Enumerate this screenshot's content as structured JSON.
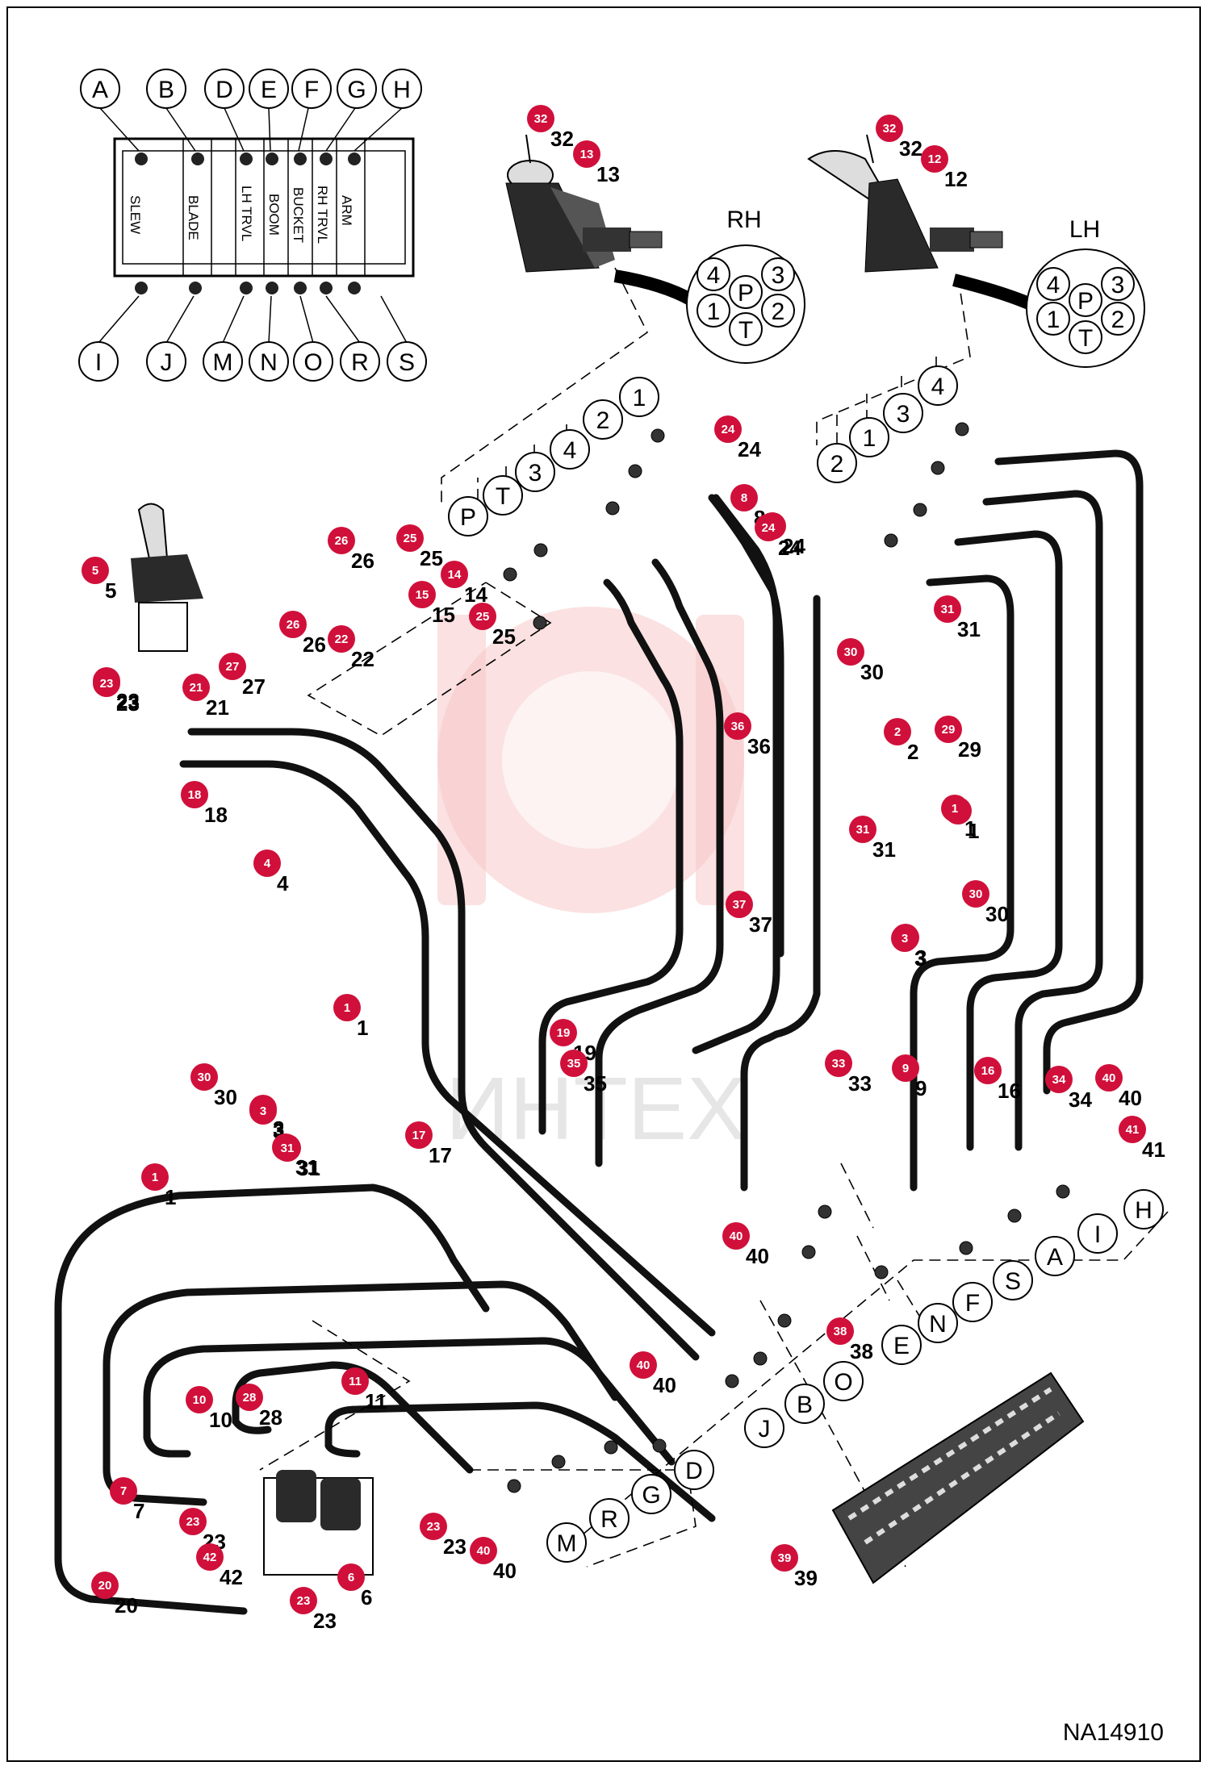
{
  "diagram_code": "NA14910",
  "watermark_text": "ИНТЕХ",
  "valve": {
    "top_ports": [
      "A",
      "B",
      "D",
      "E",
      "F",
      "G",
      "H"
    ],
    "bottom_ports": [
      "I",
      "J",
      "M",
      "N",
      "O",
      "R",
      "S"
    ],
    "sections": [
      "SLEW",
      "BLADE",
      "LH TRVL",
      "BOOM",
      "BUCKET",
      "RH TRVL",
      "ARM"
    ]
  },
  "rh_joystick": {
    "title": "RH",
    "pins": {
      "p4": "4",
      "p3": "3",
      "p1": "1",
      "pP": "P",
      "p2": "2",
      "pT": "T"
    },
    "port_chain": [
      "P",
      "T",
      "3",
      "4",
      "2",
      "1"
    ]
  },
  "lh_joystick": {
    "title": "LH",
    "pins": {
      "p4": "4",
      "p3": "3",
      "p1": "1",
      "pP": "P",
      "p2": "2",
      "pT": "T"
    },
    "port_chain": [
      "2",
      "1",
      "3",
      "4"
    ]
  },
  "lower_letters_right": [
    "E",
    "N",
    "F",
    "S",
    "A",
    "I",
    "H"
  ],
  "lower_letters_mid": [
    "O",
    "B",
    "J"
  ],
  "lower_letters_left": [
    "M",
    "R",
    "G",
    "D"
  ],
  "callouts": [
    {
      "id": "c1",
      "n": "1"
    },
    {
      "id": "c2",
      "n": "1"
    },
    {
      "id": "c3",
      "n": "1"
    },
    {
      "id": "c4",
      "n": "2"
    },
    {
      "id": "c5",
      "n": "3"
    },
    {
      "id": "c6",
      "n": "3"
    },
    {
      "id": "c7",
      "n": "4"
    },
    {
      "id": "c8",
      "n": "5"
    },
    {
      "id": "c9",
      "n": "6"
    },
    {
      "id": "c10",
      "n": "7"
    },
    {
      "id": "c11",
      "n": "8"
    },
    {
      "id": "c12",
      "n": "9"
    },
    {
      "id": "c13",
      "n": "10"
    },
    {
      "id": "c14",
      "n": "11"
    },
    {
      "id": "c15",
      "n": "12"
    },
    {
      "id": "c16",
      "n": "13"
    },
    {
      "id": "c17",
      "n": "14"
    },
    {
      "id": "c18",
      "n": "15"
    },
    {
      "id": "c19",
      "n": "16"
    },
    {
      "id": "c20",
      "n": "17"
    },
    {
      "id": "c21",
      "n": "18"
    },
    {
      "id": "c22",
      "n": "19"
    },
    {
      "id": "c23",
      "n": "20"
    },
    {
      "id": "c24",
      "n": "21"
    },
    {
      "id": "c25",
      "n": "22"
    },
    {
      "id": "c26",
      "n": "23"
    },
    {
      "id": "c27",
      "n": "23"
    },
    {
      "id": "c28",
      "n": "23"
    },
    {
      "id": "c29",
      "n": "23"
    },
    {
      "id": "c30",
      "n": "24"
    },
    {
      "id": "c31",
      "n": "24"
    },
    {
      "id": "c32",
      "n": "25"
    },
    {
      "id": "c33",
      "n": "25"
    },
    {
      "id": "c34",
      "n": "26"
    },
    {
      "id": "c35",
      "n": "26"
    },
    {
      "id": "c36",
      "n": "27"
    },
    {
      "id": "c37",
      "n": "28"
    },
    {
      "id": "c38",
      "n": "29"
    },
    {
      "id": "c39",
      "n": "30"
    },
    {
      "id": "c40",
      "n": "30"
    },
    {
      "id": "c41",
      "n": "31"
    },
    {
      "id": "c42",
      "n": "31"
    },
    {
      "id": "c43",
      "n": "31"
    },
    {
      "id": "c44",
      "n": "32"
    },
    {
      "id": "c45",
      "n": "32"
    },
    {
      "id": "c46",
      "n": "33"
    },
    {
      "id": "c47",
      "n": "34"
    },
    {
      "id": "c48",
      "n": "35"
    },
    {
      "id": "c49",
      "n": "36"
    },
    {
      "id": "c50",
      "n": "37"
    },
    {
      "id": "c51",
      "n": "38"
    },
    {
      "id": "c52",
      "n": "39"
    },
    {
      "id": "c53",
      "n": "40"
    },
    {
      "id": "c54",
      "n": "40"
    },
    {
      "id": "c55",
      "n": "40"
    },
    {
      "id": "c56",
      "n": "40"
    },
    {
      "id": "c57",
      "n": "41"
    },
    {
      "id": "c58",
      "n": "42"
    },
    {
      "id": "c59",
      "n": "3"
    },
    {
      "id": "c60",
      "n": "30"
    },
    {
      "id": "c61",
      "n": "1"
    },
    {
      "id": "c62",
      "n": "3"
    },
    {
      "id": "c63",
      "n": "31"
    },
    {
      "id": "c64",
      "n": "23"
    },
    {
      "id": "c65",
      "n": "24"
    }
  ],
  "colors": {
    "badge": "#d0103a",
    "line": "#000000",
    "watermark": "#f7c9c9"
  }
}
